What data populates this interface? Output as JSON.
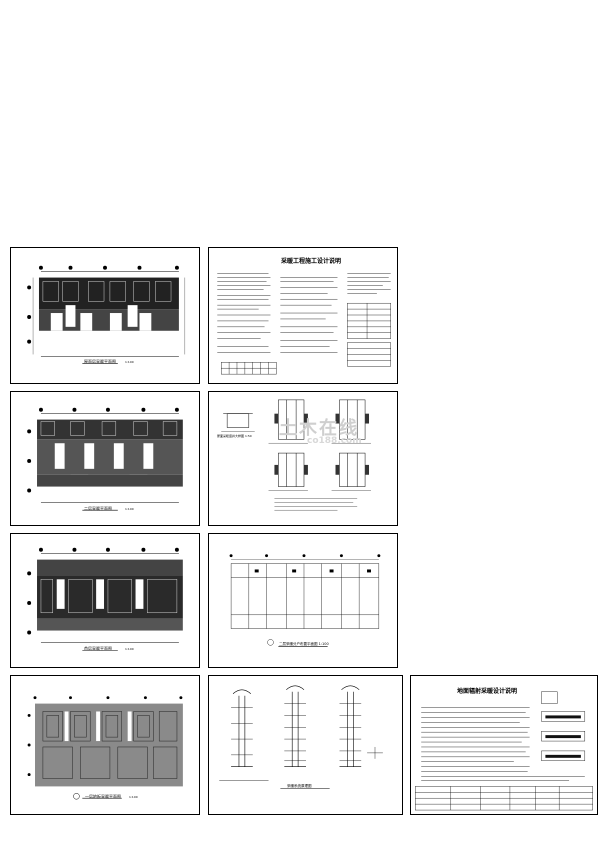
{
  "sheets": {
    "s1": {
      "caption": "屋面层采暖平面图",
      "scale": "1:100"
    },
    "s2": {
      "title": "采暖工程施工设计说明"
    },
    "s3": {
      "caption": "二层采暖平面图",
      "scale": "1:100"
    },
    "s4": {
      "caption": "屋面采暖竖井大样图 1:50"
    },
    "s5": {
      "caption": "首层采暖平面图",
      "scale": "1:100"
    },
    "s6": {
      "caption": "二层采暖分户布置平面图 1:100"
    },
    "s7": {
      "caption": "一层地板采暖平面图",
      "scale": "1:100"
    },
    "s8": {
      "caption": "采暖系统原理图"
    },
    "s9": {
      "title": "地面辐射采暖设计说明"
    }
  },
  "watermark": {
    "main": "土木在线",
    "sub": "co188.com"
  },
  "colors": {
    "ink": "#000000",
    "watermark": "#cfcfcf",
    "paper": "#ffffff"
  }
}
